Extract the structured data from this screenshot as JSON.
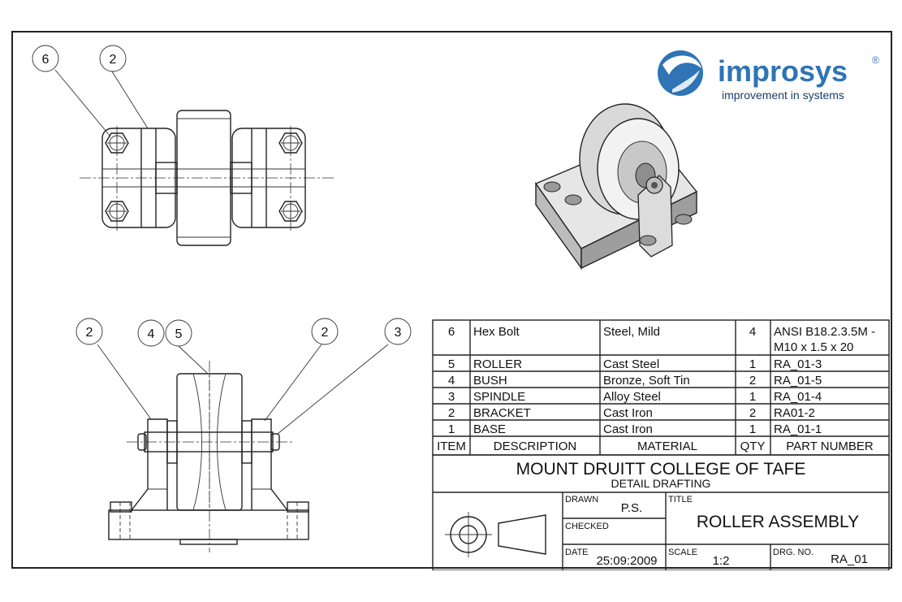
{
  "logo": {
    "brand": "improsys",
    "registered": "®",
    "tagline": "improvement  in systems",
    "color": "#2f74b5"
  },
  "balloons": {
    "top_view": [
      "6",
      "2"
    ],
    "front_view": [
      "2",
      "4",
      "5",
      "2",
      "3"
    ]
  },
  "parts_list": {
    "headers": [
      "ITEM",
      "DESCRIPTION",
      "MATERIAL",
      "QTY",
      "PART NUMBER"
    ],
    "rows": [
      {
        "item": "6",
        "description": "Hex Bolt",
        "material": "Steel, Mild",
        "qty": "4",
        "part_number_1": "ANSI B18.2.3.5M -",
        "part_number_2": "M10 x 1.5 x 20"
      },
      {
        "item": "5",
        "description": "ROLLER",
        "material": "Cast Steel",
        "qty": "1",
        "part_number_1": "RA_01-3",
        "part_number_2": ""
      },
      {
        "item": "4",
        "description": "BUSH",
        "material": "Bronze, Soft Tin",
        "qty": "2",
        "part_number_1": "RA_01-5",
        "part_number_2": ""
      },
      {
        "item": "3",
        "description": "SPINDLE",
        "material": "Alloy Steel",
        "qty": "1",
        "part_number_1": "RA_01-4",
        "part_number_2": ""
      },
      {
        "item": "2",
        "description": "BRACKET",
        "material": "Cast Iron",
        "qty": "2",
        "part_number_1": "RA01-2",
        "part_number_2": ""
      },
      {
        "item": "1",
        "description": "BASE",
        "material": "Cast Iron",
        "qty": "1",
        "part_number_1": "RA_01-1",
        "part_number_2": ""
      }
    ]
  },
  "title_block": {
    "institution": "MOUNT DRUITT COLLEGE OF TAFE",
    "subtitle": "DETAIL DRAFTING",
    "drawn_label": "DRAWN",
    "drawn_value": "P.S.",
    "checked_label": "CHECKED",
    "checked_value": "",
    "date_label": "DATE",
    "date_value": "25:09:2009",
    "title_label": "TITLE",
    "title_value": "ROLLER ASSEMBLY",
    "scale_label": "SCALE",
    "scale_value": "1:2",
    "drg_label": "DRG. NO.",
    "drg_value": "RA_01"
  }
}
